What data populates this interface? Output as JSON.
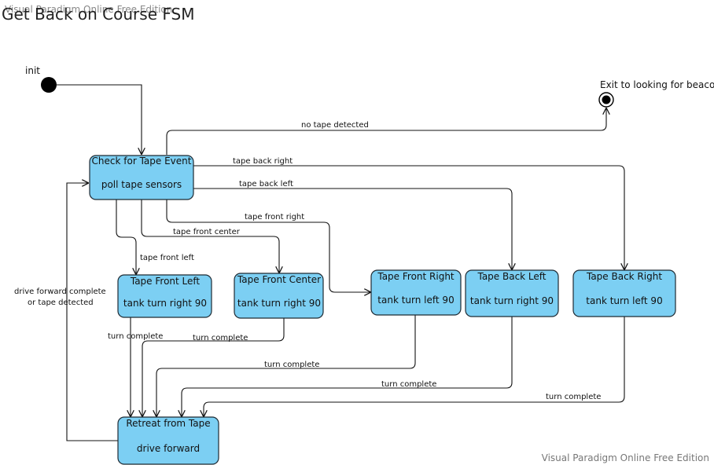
{
  "watermark_top": "Visual Paradigm Online Free Edition",
  "watermark_bottom": "Visual Paradigm Online Free Edition",
  "title": "Get Back on Course FSM",
  "initial_label": "init",
  "final_label": "Exit to looking for beacon",
  "states": {
    "check": {
      "name": "Check for Tape Event",
      "action": "poll tape sensors"
    },
    "tfl": {
      "name": "Tape Front Left",
      "action": "tank turn right 90"
    },
    "tfc": {
      "name": "Tape Front Center",
      "action": "tank turn right 90"
    },
    "tfr": {
      "name": "Tape Front Right",
      "action": "tank turn left 90"
    },
    "tbl": {
      "name": "Tape Back Left",
      "action": "tank turn right 90"
    },
    "tbr": {
      "name": "Tape Back Right",
      "action": "tank turn left 90"
    },
    "retreat": {
      "name": "Retreat from Tape",
      "action": "drive forward"
    }
  },
  "transitions": {
    "no_tape": "no tape detected",
    "back_right": "tape back right",
    "back_left": "tape back left",
    "front_right": "tape front right",
    "front_center": "tape front center",
    "front_left": "tape front left",
    "turn_tfl": "turn complete",
    "turn_tfc": "turn complete",
    "turn_tfr": "turn complete",
    "turn_tbl": "turn complete",
    "turn_tbr": "turn complete",
    "drive_line1": "drive forward complete",
    "drive_line2": "or tape detected"
  }
}
